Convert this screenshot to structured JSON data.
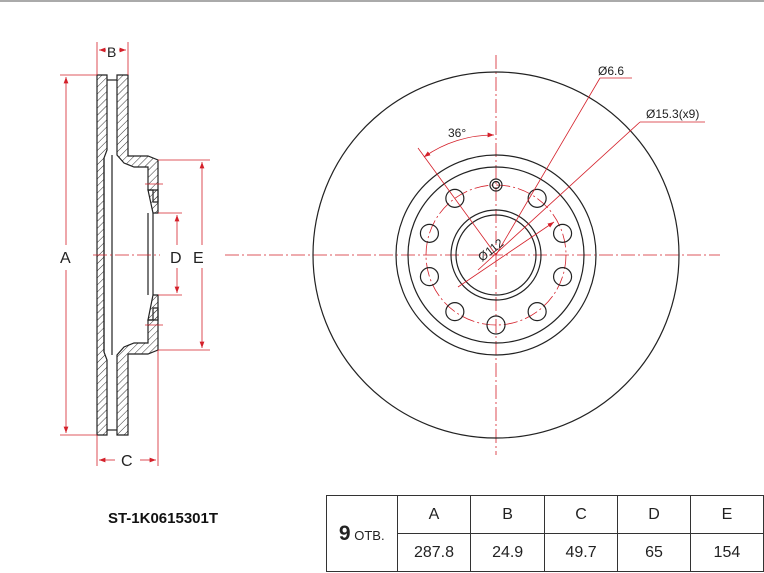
{
  "part_number": "ST-1K0615301T",
  "holes": {
    "count": "9",
    "suffix": "ОТВ."
  },
  "table": {
    "headers": [
      "A",
      "B",
      "C",
      "D",
      "E"
    ],
    "values": [
      "287.8",
      "24.9",
      "49.7",
      "65",
      "154"
    ]
  },
  "side_view_labels": {
    "A": "A",
    "B": "B",
    "C": "C",
    "D": "D",
    "E": "E"
  },
  "front_view_labels": {
    "angle": "36°",
    "small_hole": "Ø6.6",
    "bolt_holes": "Ø15.3(x9)",
    "pcd": "Ø112"
  },
  "colors": {
    "dimension": "#d4202a",
    "outline": "#222222"
  }
}
